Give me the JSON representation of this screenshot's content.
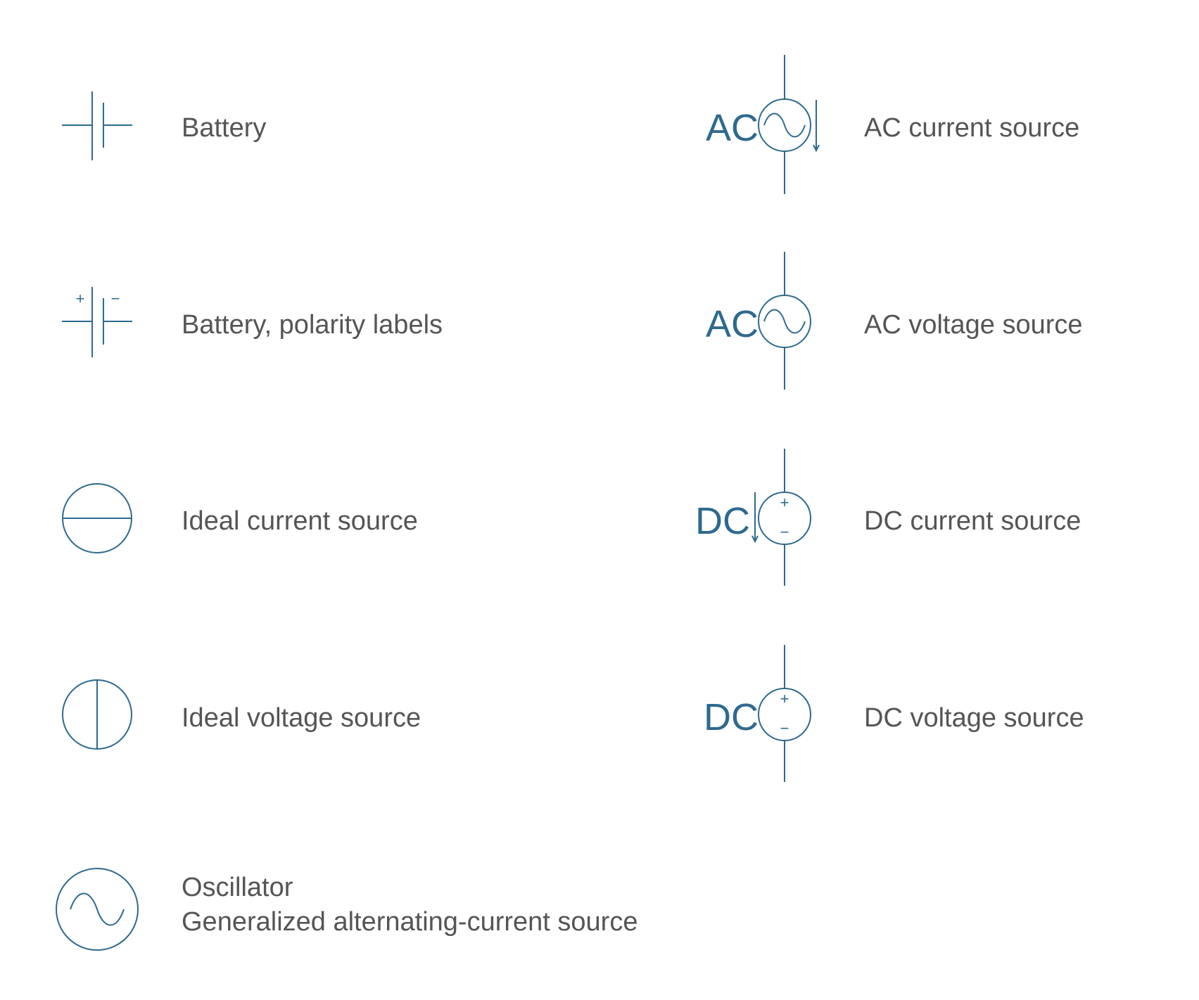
{
  "items": {
    "battery": {
      "label": "Battery"
    },
    "battery_polarity": {
      "label": "Battery, polarity labels",
      "plus": "+",
      "minus": "−"
    },
    "ideal_current": {
      "label": "Ideal current source"
    },
    "ideal_voltage": {
      "label": "Ideal voltage source"
    },
    "oscillator": {
      "label_line1": "Oscillator",
      "label_line2": "Generalized alternating-current source"
    },
    "ac_current": {
      "label": "AC current source",
      "tag": "AC"
    },
    "ac_voltage": {
      "label": "AC voltage source",
      "tag": "AC"
    },
    "dc_current": {
      "label": "DC current source",
      "tag": "DC",
      "plus": "+",
      "minus": "−"
    },
    "dc_voltage": {
      "label": "DC voltage source",
      "tag": "DC",
      "plus": "+",
      "minus": "−"
    }
  },
  "colors": {
    "symbol": "#2e6a8e",
    "label": "#555555",
    "background": "#ffffff"
  }
}
